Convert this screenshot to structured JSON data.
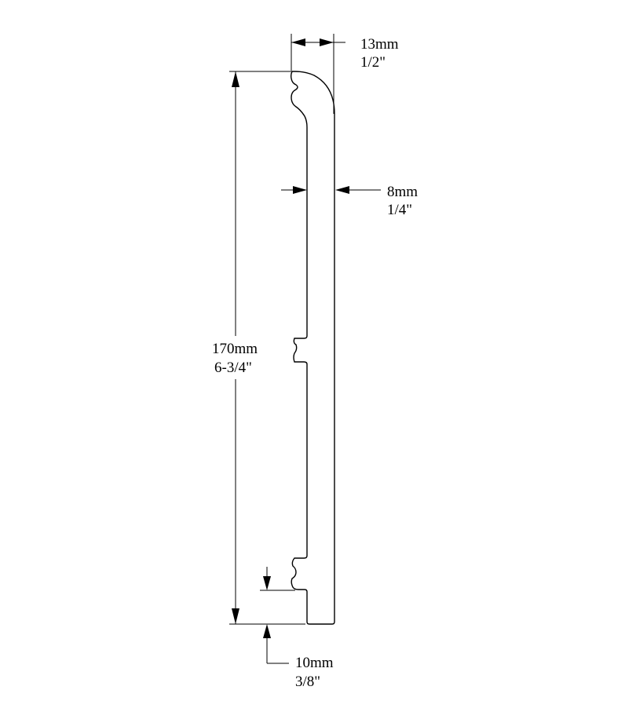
{
  "dimensions": {
    "top_thickness": {
      "metric": "13mm",
      "imperial": "1/2\""
    },
    "body_thickness": {
      "metric": "8mm",
      "imperial": "1/4\""
    },
    "height": {
      "metric": "170mm",
      "imperial": "6-3/4\""
    },
    "bottom_offset": {
      "metric": "10mm",
      "imperial": "3/8\""
    }
  },
  "colors": {
    "line": "#000000",
    "background": "#ffffff"
  }
}
